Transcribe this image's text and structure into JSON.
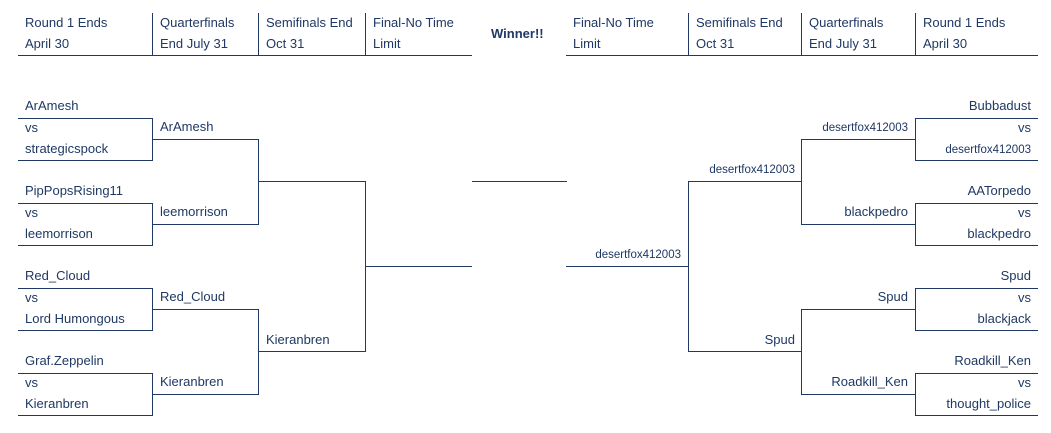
{
  "headers": {
    "left": {
      "r1": [
        "Round 1 Ends",
        "April 30"
      ],
      "qf": [
        "Quarterfinals",
        "End July 31"
      ],
      "sf": [
        "Semifinals End",
        "Oct 31"
      ],
      "fin": [
        "Final-No Time",
        "Limit"
      ]
    },
    "winner": "Winner!!",
    "right": {
      "fin": [
        "Final-No Time",
        "Limit"
      ],
      "sf": [
        "Semifinals End",
        "Oct 31"
      ],
      "qf": [
        "Quarterfinals",
        "End July 31"
      ],
      "r1": [
        "Round 1 Ends",
        "April 30"
      ]
    }
  },
  "left": {
    "r1": [
      {
        "top": "ArAmesh",
        "vs": "vs",
        "bottom": "strategicspock"
      },
      {
        "top": "PipPopsRising11",
        "vs": "vs",
        "bottom": "leemorrison"
      },
      {
        "top": "Red_Cloud",
        "vs": "vs",
        "bottom": "Lord Humongous"
      },
      {
        "top": "Graf.Zeppelin",
        "vs": "vs",
        "bottom": "Kieranbren"
      }
    ],
    "qf": [
      "ArAmesh",
      "leemorrison",
      "Red_Cloud",
      "Kieranbren"
    ],
    "sf": [
      "",
      "Kieranbren"
    ],
    "final": ""
  },
  "right": {
    "r1": [
      {
        "top": "Bubbadust",
        "vs": "vs",
        "bottom": "desertfox412003"
      },
      {
        "top": "AATorpedo",
        "vs": "vs",
        "bottom": "blackpedro"
      },
      {
        "top": "Spud",
        "vs": "vs",
        "bottom": "blackjack"
      },
      {
        "top": "Roadkill_Ken",
        "vs": "vs",
        "bottom": "thought_police"
      }
    ],
    "qf": [
      "desertfox412003",
      "blackpedro",
      "Spud",
      "Roadkill_Ken"
    ],
    "sf": [
      "desertfox412003",
      "Spud"
    ],
    "final": "desertfox412003"
  },
  "champion": ""
}
